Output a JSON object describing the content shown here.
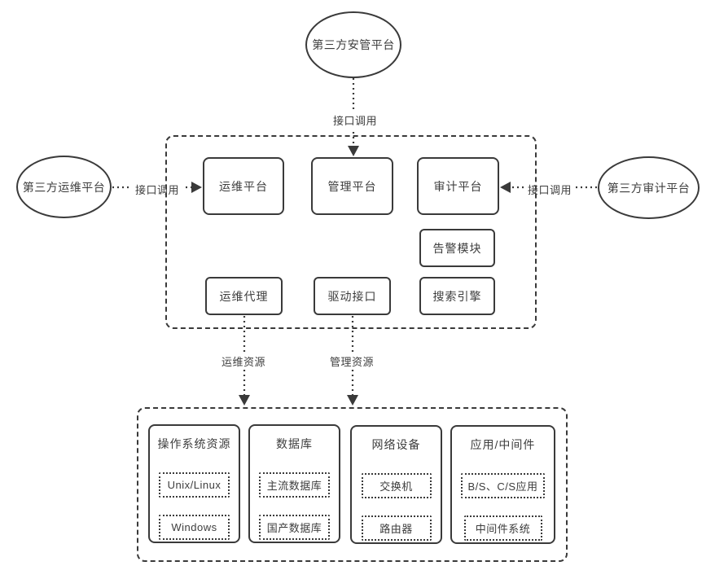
{
  "external_platforms": {
    "top": {
      "label": "第三方安管平台"
    },
    "left": {
      "label": "第三方运维平台"
    },
    "right": {
      "label": "第三方审计平台"
    }
  },
  "connectors": {
    "top": {
      "label": "接口调用"
    },
    "left": {
      "label": "接口调用"
    },
    "right": {
      "label": "接口调用"
    },
    "ops_resources": {
      "label": "运维资源"
    },
    "mgmt_resources": {
      "label": "管理资源"
    }
  },
  "platform_container": {
    "boxes": {
      "ops_platform": "运维平台",
      "mgmt_platform": "管理平台",
      "audit_platform": "审计平台",
      "alert_module": "告警模块",
      "ops_agent": "运维代理",
      "driver_interface": "驱动接口",
      "search_engine": "搜索引擎"
    }
  },
  "resource_container": {
    "columns": [
      {
        "title": "操作系统资源",
        "items": [
          "Unix/Linux",
          "Windows"
        ]
      },
      {
        "title": "数据库",
        "items": [
          "主流数据库",
          "国产数据库"
        ]
      },
      {
        "title": "网络设备",
        "items": [
          "交换机",
          "路由器"
        ]
      },
      {
        "title": "应用/中间件",
        "items": [
          "B/S、C/S应用",
          "中间件系统"
        ]
      }
    ]
  },
  "colors": {
    "stroke": "#3a3a3a",
    "text": "#3d3d3d",
    "background": "#ffffff"
  }
}
